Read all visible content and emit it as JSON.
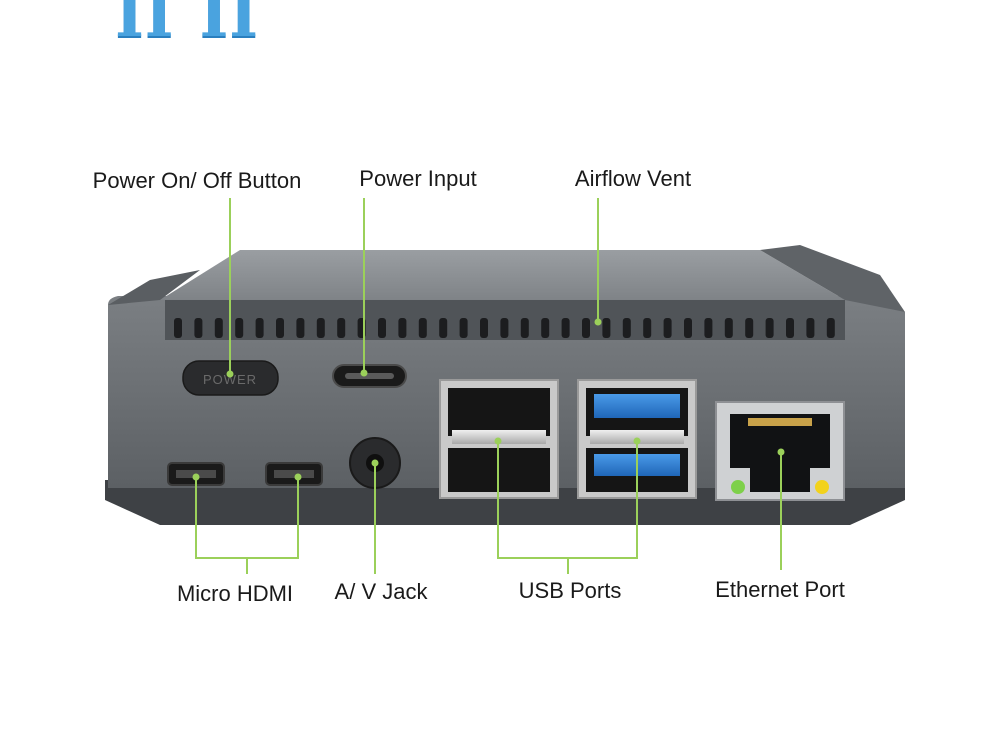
{
  "callouts": {
    "power_button": "Power On/ Off Button",
    "power_input": "Power Input",
    "airflow_vent": "Airflow Vent",
    "micro_hdmi": "Micro HDMI",
    "av_jack": "A/ V Jack",
    "usb_ports": "USB Ports",
    "ethernet_port": "Ethernet Port"
  },
  "device": {
    "power_button_label": "POWER"
  },
  "colors": {
    "case_body": "#6a6e72",
    "case_top": "#8a8e92",
    "case_base": "#3e4145",
    "vent_slot": "#1c1d1f",
    "port_black": "#151515",
    "usb3_blue": "#2d7fd6",
    "usb_tongue": "#cfcfcf",
    "callout_line": "#9bd05a",
    "ethernet_led_green": "#7ed04a",
    "ethernet_led_yellow": "#f2d21c"
  }
}
